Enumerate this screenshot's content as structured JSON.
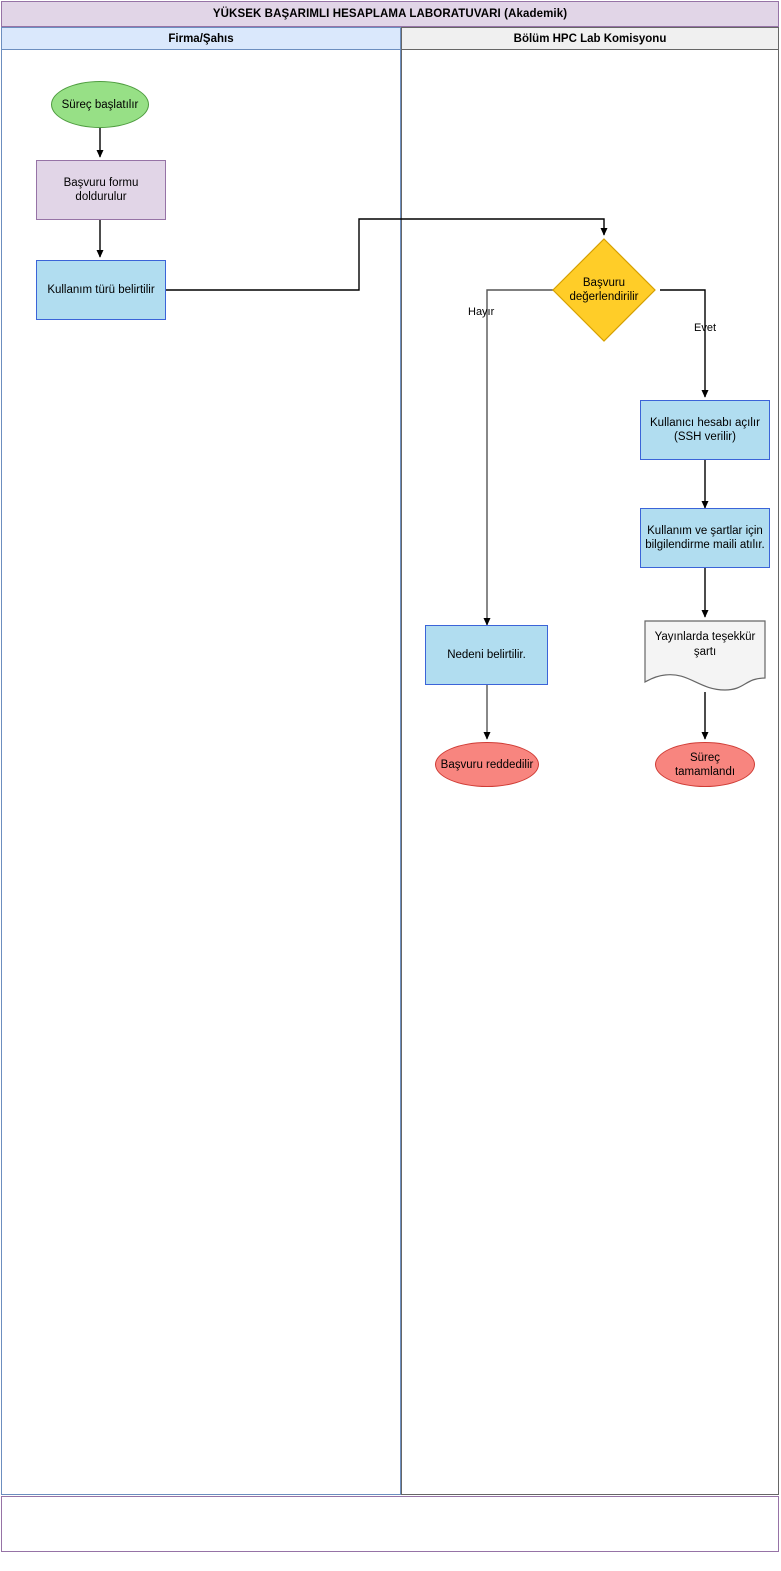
{
  "pool": {
    "title": "YÜKSEK BAŞARIMLI HESAPLAMA LABORATUVARI (Akademik)",
    "title_fill": "#e1d5e7",
    "title_stroke": "#9673a6",
    "lanes": [
      {
        "label": "Firma/Şahıs",
        "fill": "#dae8fc",
        "stroke": "#6c8ebf"
      },
      {
        "label": "Bölüm HPC Lab Komisyonu",
        "fill": "#f0f0f0",
        "stroke": "#666666"
      }
    ]
  },
  "nodes": {
    "start": {
      "label": "Süreç başlatılır",
      "shape": "ellipse",
      "fill": "#97e086",
      "stroke": "#4e9c3f"
    },
    "fill_form": {
      "label": "Başvuru formu\ndoldurulur",
      "shape": "process",
      "fill": "#e1d5e7",
      "stroke": "#9673a6"
    },
    "usage_type": {
      "label": "Kullanım türü belirtilir",
      "shape": "process",
      "fill": "#b1ddf0",
      "stroke": "#3b64d8"
    },
    "evaluate": {
      "label": "Başvuru\ndeğerlendirilir",
      "shape": "decision",
      "fill": "#ffcd28",
      "stroke": "#d6a000"
    },
    "reason": {
      "label": "Nedeni belirtilir.",
      "shape": "process",
      "fill": "#b1ddf0",
      "stroke": "#3b64d8"
    },
    "rejected": {
      "label": "Başvuru reddedilir",
      "shape": "ellipse",
      "fill": "#f8857f",
      "stroke": "#cf3c35"
    },
    "create_account": {
      "label": "Kullanıcı hesabı açılır\n(SSH verilir)",
      "shape": "process",
      "fill": "#b1ddf0",
      "stroke": "#3b64d8"
    },
    "send_mail": {
      "label": "Kullanım ve şartlar için\nbilgilendirme maili atılır.",
      "shape": "process",
      "fill": "#b1ddf0",
      "stroke": "#3b64d8"
    },
    "ack_note": {
      "label": "Yayınlarda teşekkür\nşartı",
      "shape": "document",
      "fill": "#f4f4f4",
      "stroke": "#666666"
    },
    "completed": {
      "label": "Süreç\ntamamlandı",
      "shape": "ellipse",
      "fill": "#f8857f",
      "stroke": "#cf3c35"
    }
  },
  "edge_labels": {
    "no": "Hayır",
    "yes": "Evet"
  }
}
